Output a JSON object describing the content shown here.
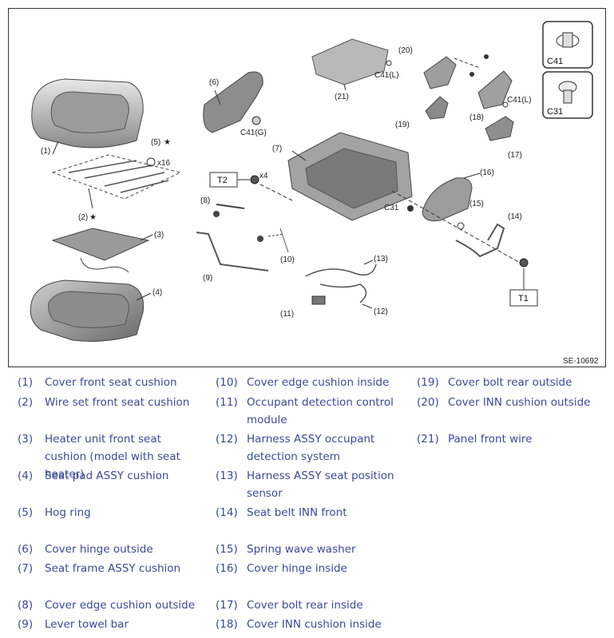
{
  "figure": {
    "id_label": "SE-10692",
    "callouts": {
      "c1": "(1)",
      "c2": "(2)",
      "c3": "(3)",
      "c4": "(4)",
      "c5": "(5)",
      "c6": "(6)",
      "c7": "(7)",
      "c8": "(8)",
      "c9": "(9)",
      "c10": "(10)",
      "c11": "(11)",
      "c12": "(12)",
      "c13": "(13)",
      "c14": "(14)",
      "c15": "(15)",
      "c16": "(16)",
      "c17": "(17)",
      "c18": "(18)",
      "c19": "(19)",
      "c20": "(20)",
      "c21": "(21)"
    },
    "star": "★",
    "qty_hog": "x16",
    "qty_bolt": "x4",
    "t1": "T1",
    "t2": "T2",
    "c41": "C41",
    "c31": "C31",
    "c41g": "C41(G)",
    "c41l_a": "C41(L)",
    "c41l_b": "C41(L)",
    "c31_label": "C31"
  },
  "legend": [
    {
      "num": "(1)",
      "text": "Cover front seat cushion"
    },
    {
      "num": "(2)",
      "text": "Wire set front seat cushion"
    },
    {
      "num": "(3)",
      "text": "Heater unit front seat cushion (model with seat heater)"
    },
    {
      "num": "(4)",
      "text": "Seat pad ASSY cushion"
    },
    {
      "num": "(5)",
      "text": "Hog ring"
    },
    {
      "num": "(6)",
      "text": "Cover hinge outside"
    },
    {
      "num": "(7)",
      "text": "Seat frame ASSY cushion"
    },
    {
      "num": "(8)",
      "text": "Cover edge cushion outside"
    },
    {
      "num": "(9)",
      "text": "Lever towel bar"
    },
    {
      "num": "(10)",
      "text": "Cover edge cushion inside"
    },
    {
      "num": "(11)",
      "text": "Occupant detection control module"
    },
    {
      "num": "(12)",
      "text": "Harness ASSY occupant detection system"
    },
    {
      "num": "(13)",
      "text": "Harness ASSY seat position sensor"
    },
    {
      "num": "(14)",
      "text": "Seat belt INN front"
    },
    {
      "num": "(15)",
      "text": "Spring wave washer"
    },
    {
      "num": "(16)",
      "text": "Cover hinge inside"
    },
    {
      "num": "(17)",
      "text": "Cover bolt rear inside"
    },
    {
      "num": "(18)",
      "text": "Cover INN cushion inside"
    },
    {
      "num": "(19)",
      "text": "Cover bolt rear outside"
    },
    {
      "num": "(20)",
      "text": "Cover INN cushion outside"
    },
    {
      "num": "(21)",
      "text": "Panel front wire"
    }
  ]
}
